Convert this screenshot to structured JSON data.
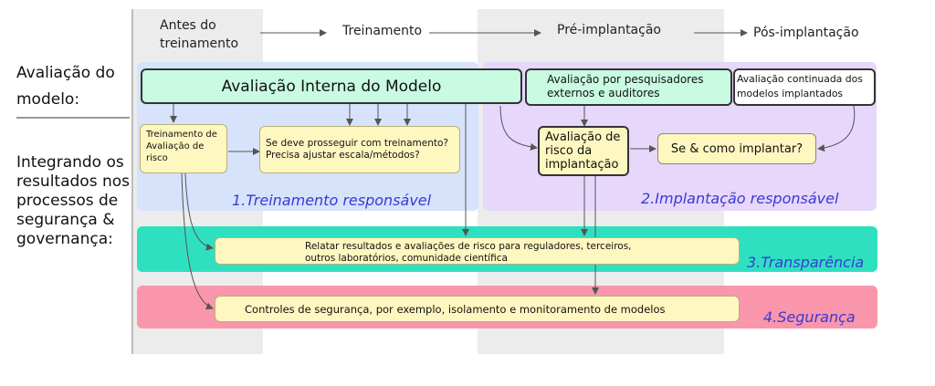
{
  "stages": {
    "antes": "Antes do treinamento",
    "treinamento": "Treinamento",
    "pre": "Pré-implantação",
    "pos": "Pós-implantação"
  },
  "left_labels": {
    "avaliacao": "Avaliação do modelo:",
    "integrando": "Integrando os resultados nos processos de segurança & governança:"
  },
  "boxes": {
    "interna": "Avaliação Interna do Modelo",
    "externos": "Avaliação por pesquisadores externos e auditores",
    "continuada": "Avaliação continuada dos modelos implantados",
    "trein_risco": "Treinamento de Avaliação de risco",
    "prosseguir": "Se deve prosseguir com treinamento? Precisa ajustar escala/métodos?",
    "risco_impl": "Avaliação de risco da implantação",
    "como_impl": "Se & como implantar?",
    "relatar": "Relatar resultados e avaliações de risco para reguladores, terceiros, outros laboratórios, comunidade científica",
    "controles": "Controles de segurança, por exemplo, isolamento e monitoramento de modelos"
  },
  "tags": {
    "t1": "1.Treinamento responsável",
    "t2": "2.Implantação responsável",
    "t3": "3.Transparência",
    "t4": "4.Segurança"
  },
  "colors": {
    "blue_region": "#d6e3fb",
    "purple_region": "#e6d7fb",
    "teal_band": "#2fe0c0",
    "pink_band": "#fa96ab",
    "gray_column": "#ececec",
    "tag_text": "#3a3ad4"
  }
}
